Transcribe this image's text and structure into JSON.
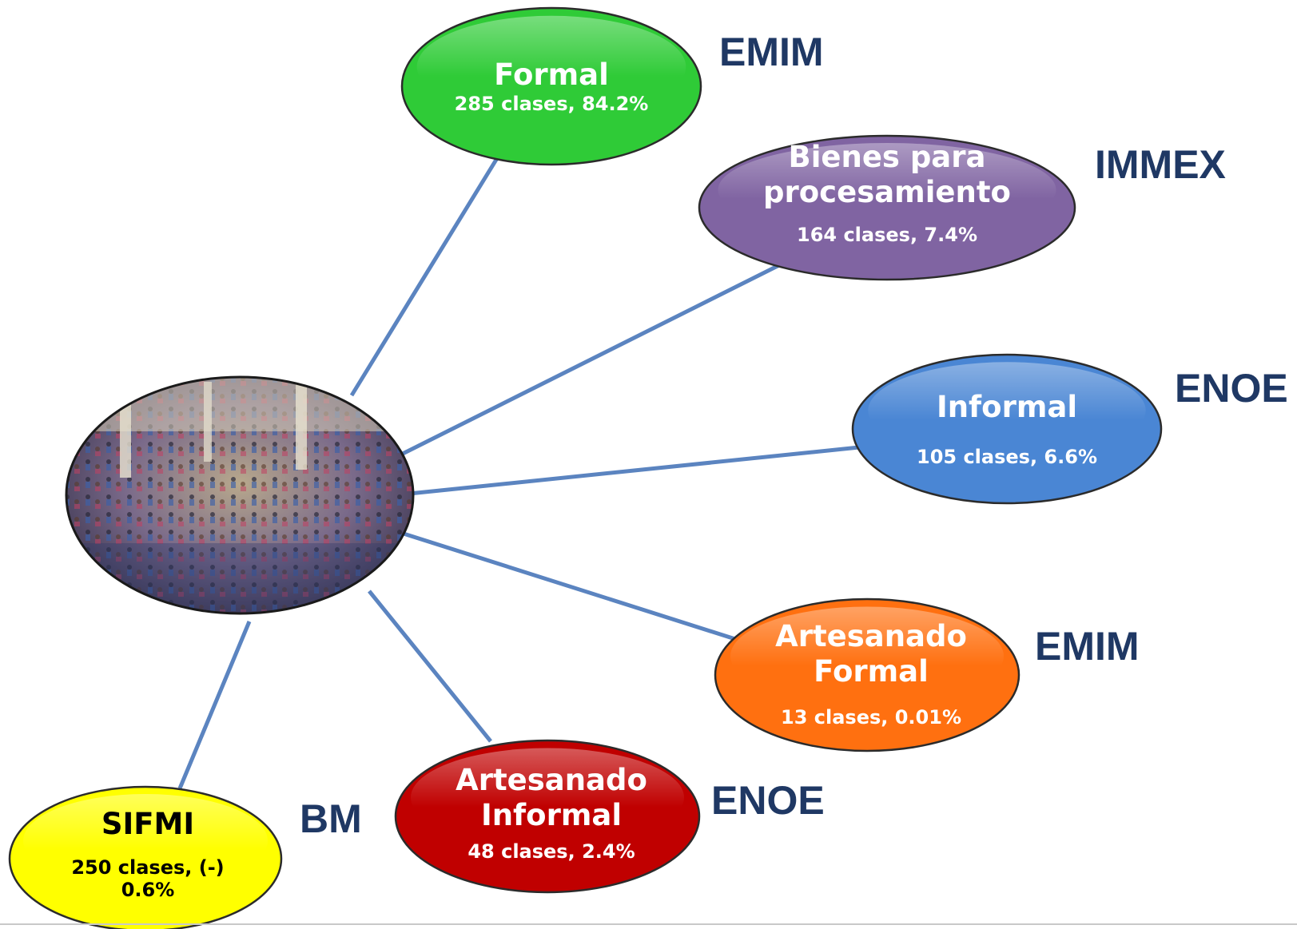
{
  "nodes": [
    {
      "id": "formal",
      "title": "Formal",
      "stats": "285 clases, 84.2%",
      "source": "EMIM",
      "fill": "#2fcb37",
      "text_color": "#ffffff"
    },
    {
      "id": "bienes",
      "title": "Bienes para procesamiento",
      "stats": "164 clases, 7.4%",
      "source": "IMMEX",
      "fill": "#8064a2",
      "text_color": "#ffffff"
    },
    {
      "id": "informal",
      "title": "Informal",
      "stats": "105 clases, 6.6%",
      "source": "ENOE",
      "fill": "#4a86d4",
      "text_color": "#ffffff"
    },
    {
      "id": "artesanado-formal",
      "title": "Artesanado Formal",
      "stats": "13 clases, 0.01%",
      "source": "EMIM",
      "fill": "#ff7010",
      "text_color": "#ffffff"
    },
    {
      "id": "artesanado-informal",
      "title": "Artesanado Informal",
      "stats": "48 clases, 2.4%",
      "source": "ENOE",
      "fill": "#c00000",
      "text_color": "#ffffff"
    },
    {
      "id": "sifmi",
      "title": "SIFMI",
      "stats": "250 clases, (-) 0.6%",
      "source": "BM",
      "fill": "#ffff00",
      "text_color": "#000000"
    }
  ],
  "center": {
    "image": "factory-workers-photo"
  },
  "colors": {
    "connector": "#5b84c0",
    "source_label": "#1f3864",
    "outline": "#2b2b2b"
  }
}
